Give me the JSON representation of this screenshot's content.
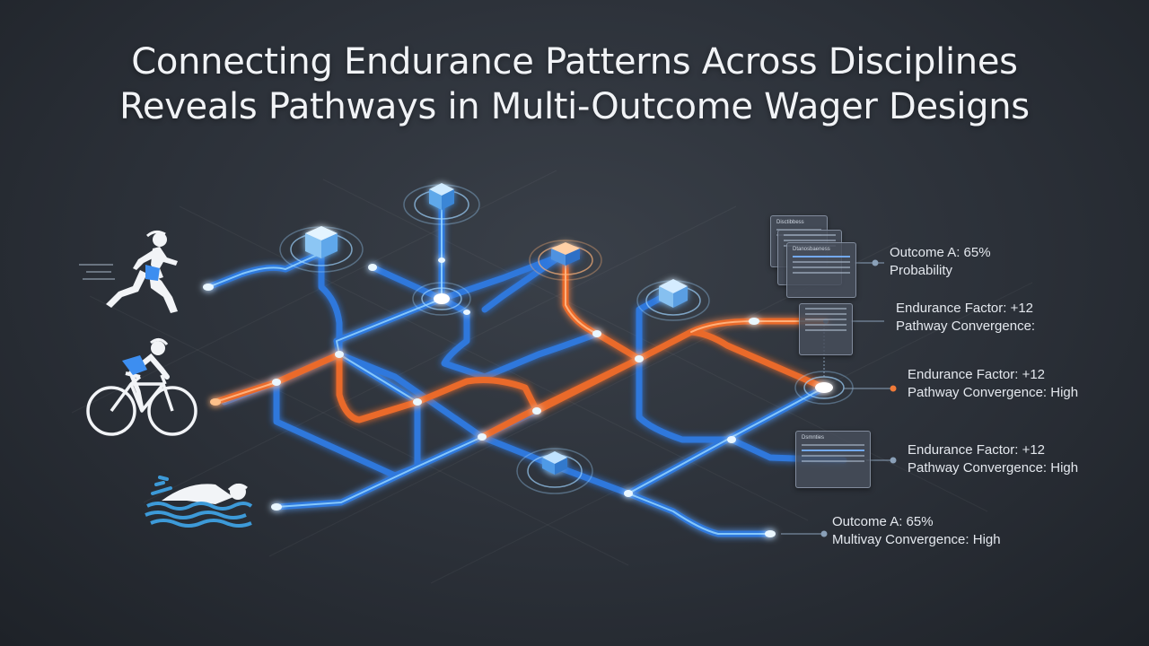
{
  "title": {
    "line1": "Connecting Endurance Patterns Across Disciplines",
    "line2": "Reveals Pathways in Multi-Outcome Wager Designs"
  },
  "disciplines": [
    {
      "icon": "runner-icon"
    },
    {
      "icon": "cyclist-icon"
    },
    {
      "icon": "swimmer-icon"
    }
  ],
  "callouts": [
    {
      "line1": "Outcome A: 65%",
      "line2": "Probability"
    },
    {
      "line1": "Endurance Factor: +12",
      "line2": "Pathway Convergence:"
    },
    {
      "line1": "Endurance Factor: +12",
      "line2": "Pathway Convergence: High"
    },
    {
      "line1": "Endurance Factor: +12",
      "line2": "Pathway Convergence: High"
    },
    {
      "line1": "Outcome A: 65%",
      "line2": "Multivay Convergence: High"
    }
  ],
  "panels": [
    {
      "title": "Disctibbess"
    },
    {
      "title": "Dtanosbaeness"
    },
    {
      "title": "Dsmnties"
    }
  ],
  "colors": {
    "blue_path": "#3d8ef0",
    "blue_glow": "#6fb8ff",
    "orange_path": "#f07a38",
    "background": "#2b3038",
    "node": "#e9f6ff"
  }
}
